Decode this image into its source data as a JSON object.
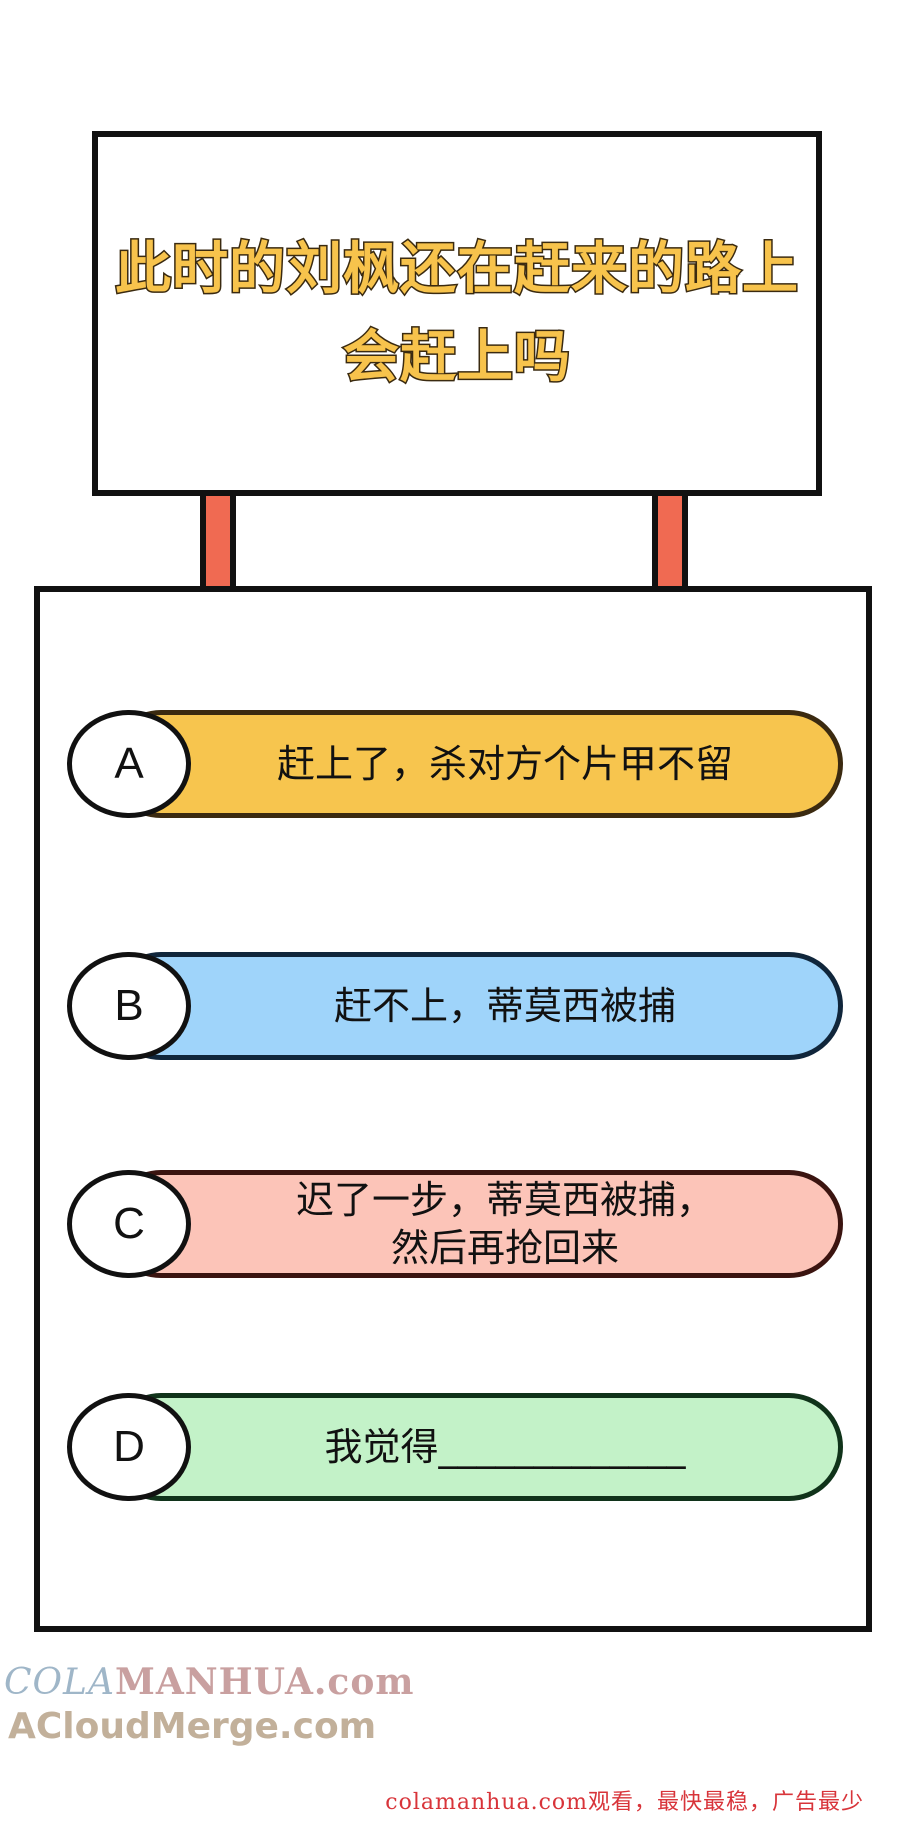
{
  "sign": {
    "line1": "此时的刘枫还在赶来的路上",
    "line2": "会赶上吗"
  },
  "options": [
    {
      "letter": "A",
      "text": "赶上了，杀对方个片甲不留",
      "color": "#f7c54e"
    },
    {
      "letter": "B",
      "text": "赶不上，蒂莫西被捕",
      "color": "#9fd4fa"
    },
    {
      "letter": "C",
      "text": "迟了一步，蒂莫西被捕，\n然后再抢回来",
      "color": "#fcc4b8"
    },
    {
      "letter": "D",
      "text": "我觉得_____________",
      "color": "#c3f2c8"
    }
  ],
  "watermark": {
    "site_prefix": "COLA",
    "site_suffix": "MANHUA.com",
    "site2": "ACloudMerge.com",
    "footer": "colamanhua.com观看，最快最稳，广告最少"
  }
}
